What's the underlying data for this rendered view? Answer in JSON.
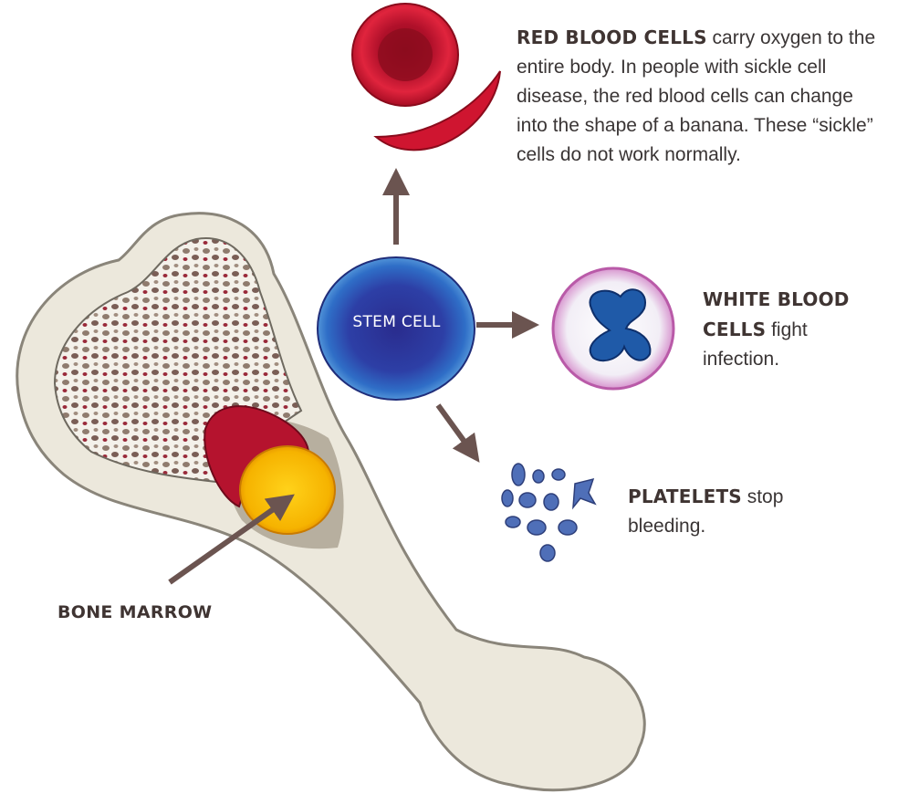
{
  "stem_cell": {
    "label": "STEM CELL"
  },
  "bone_marrow": {
    "label": "BONE MARROW"
  },
  "red_blood_cells": {
    "title": "RED BLOOD CELLS",
    "text": " carry oxygen to the entire body.  In people with sickle cell disease, the red blood cells can change into the shape of a banana. These “sickle” cells do not work normally."
  },
  "white_blood_cells": {
    "title": "WHITE BLOOD CELLS",
    "text": " fight infection."
  },
  "platelets": {
    "title": "PLATELETS",
    "text": " stop bleeding."
  },
  "colors": {
    "arrow": "#6b5450",
    "stem_cell": "#2b3fa8",
    "red_cell": "#c8102e",
    "marrow": "#f5b800",
    "bone": "#ece8dc"
  }
}
